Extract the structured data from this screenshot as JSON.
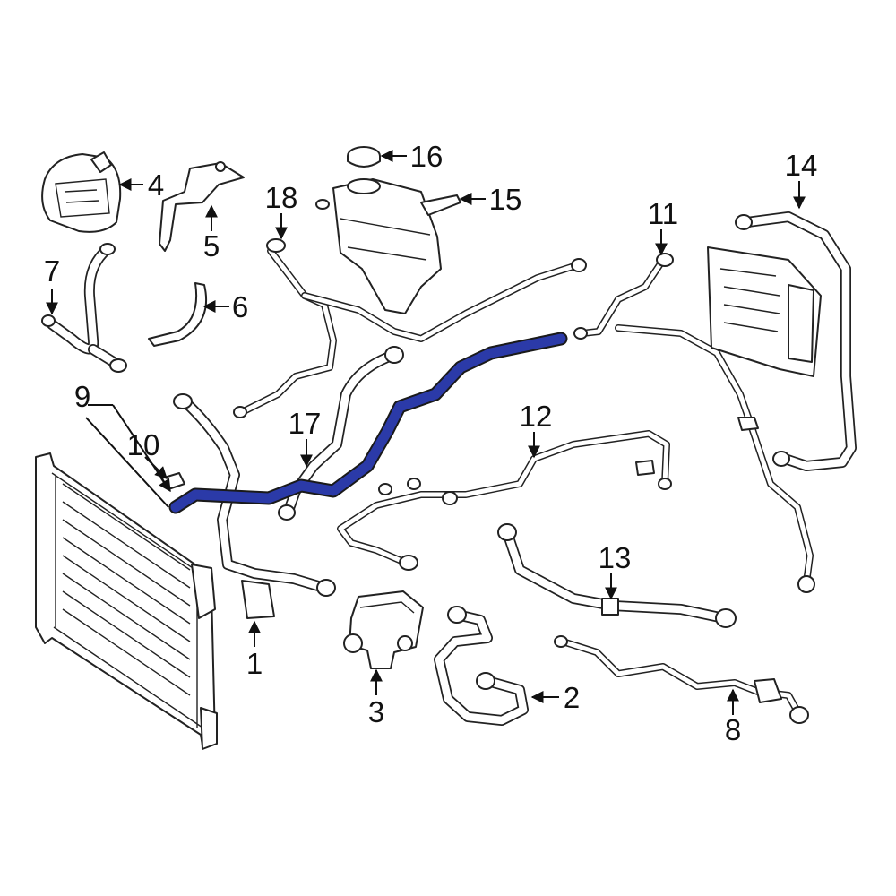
{
  "diagram": {
    "highlight_color": "#2b3aa8",
    "callouts": [
      {
        "id": "1",
        "label": "1"
      },
      {
        "id": "2",
        "label": "2"
      },
      {
        "id": "3",
        "label": "3"
      },
      {
        "id": "4",
        "label": "4"
      },
      {
        "id": "5",
        "label": "5"
      },
      {
        "id": "6",
        "label": "6"
      },
      {
        "id": "7",
        "label": "7"
      },
      {
        "id": "8",
        "label": "8"
      },
      {
        "id": "9",
        "label": "9"
      },
      {
        "id": "10",
        "label": "10"
      },
      {
        "id": "11",
        "label": "11"
      },
      {
        "id": "12",
        "label": "12"
      },
      {
        "id": "13",
        "label": "13"
      },
      {
        "id": "14",
        "label": "14"
      },
      {
        "id": "15",
        "label": "15"
      },
      {
        "id": "16",
        "label": "16"
      },
      {
        "id": "17",
        "label": "17"
      },
      {
        "id": "18",
        "label": "18"
      }
    ]
  }
}
